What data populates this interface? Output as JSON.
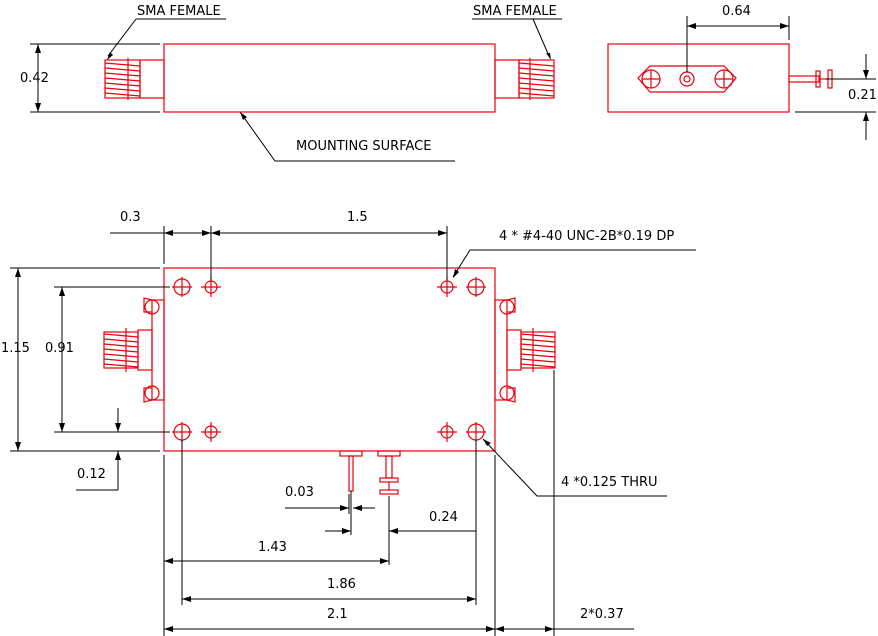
{
  "labels": {
    "sma_female_left": "SMA FEMALE",
    "sma_female_right": "SMA FEMALE",
    "mounting_surface": "MOUNTING SURFACE",
    "thread_callout": "4 * #4-40 UNC-2B*0.19 DP",
    "thru_callout": "4 *0.125  THRU"
  },
  "dimensions": {
    "height_top": "0.42",
    "width_end": "0.64",
    "pin_height": "0.21",
    "hole_offset": "0.3",
    "hole_spacing": "1.5",
    "body_height": "1.15",
    "hole_v_spacing": "0.91",
    "bottom_offset": "0.12",
    "pin_width": "0.03",
    "pin_offset": "0.24",
    "pin_position": "1.43",
    "hole_h_spacing": "1.86",
    "body_length": "2.1",
    "connector_length": "2*0.37"
  },
  "colors": {
    "part": "#e8000b",
    "dimension": "#000000"
  }
}
